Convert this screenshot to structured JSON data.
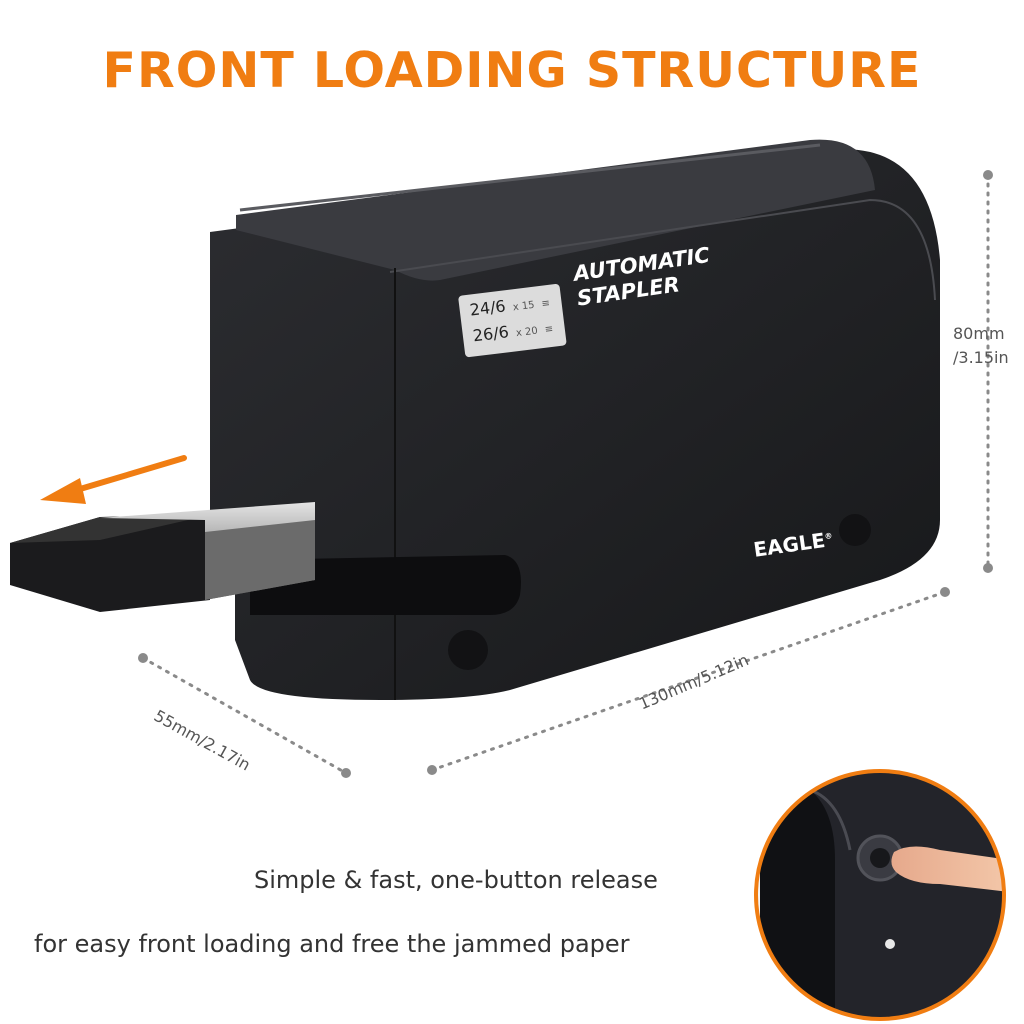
{
  "headline": "FRONT LOADING STRUCTURE",
  "label": {
    "row1_size": "24/6",
    "row1_mult": "x 15",
    "row2_size": "26/6",
    "row2_mult": "x 20",
    "icon": "stack-of-staples-icon"
  },
  "product_name_line1": "AUTOMATIC",
  "product_name_line2": "STAPLER",
  "brand": "EAGLE",
  "brand_mark": "®",
  "dimensions": {
    "height_mm": "80mm",
    "height_in": "/3.15in",
    "width": "130mm/5.12in",
    "depth": "55mm/2.17in"
  },
  "captions": {
    "line1": "Simple & fast, one-button release",
    "line2": "for easy front loading and free the jammed paper"
  },
  "colors": {
    "accent": "#f07d12",
    "body": "#1e1f22",
    "caption_text": "#333333"
  },
  "icons": [
    "left-arrow-icon",
    "release-button-icon",
    "finger-press-icon"
  ]
}
